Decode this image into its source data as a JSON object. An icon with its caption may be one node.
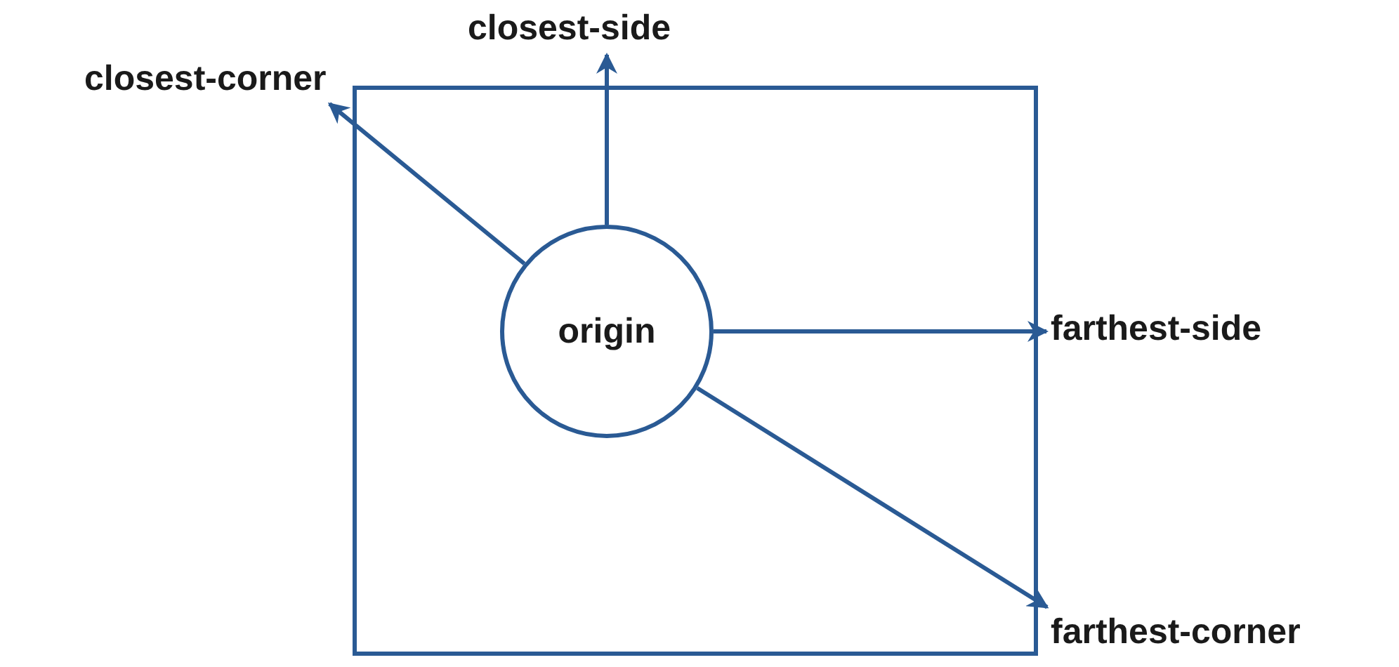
{
  "diagram": {
    "nodes": [
      {
        "text": [],
        "shape": "box"
      },
      {
        "text": [
          "origin"
        ],
        "in": 0
      },
      {
        "text": [
          "closest-side"
        ]
      },
      {
        "text": [
          "closest-corner"
        ]
      },
      {
        "text": [
          "farthest-side"
        ]
      },
      {
        "text": [
          "farthest-corner"
        ]
      }
    ],
    "edges": [
      {
        "from": 1,
        "to": 3,
        "arrow": "to"
      },
      {
        "from": 1,
        "to": 2,
        "arrow": "to"
      },
      {
        "from": 1,
        "to": 4,
        "arrow": "to"
      },
      {
        "from": 1,
        "to": 5,
        "arrow": "to"
      }
    ]
  }
}
